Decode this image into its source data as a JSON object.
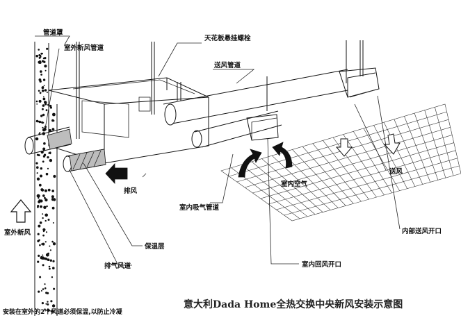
{
  "diagram": {
    "title": "意大利Dada Home全热交换中央新风安装示意图",
    "footer_note": "安装在室外的2个风道必须保温,以防止冷凝",
    "labels": {
      "duct_cover": "管道罩",
      "outdoor_fresh_air_duct": "室外新风管道",
      "ceiling_bolt": "天花板悬挂螺栓",
      "supply_duct": "送风管道",
      "exhaust": "排风",
      "indoor_intake_duct": "室内吸气管道",
      "indoor_air": "室内空气",
      "supply_air": "送风",
      "indoor_supply_opening": "内部送风开口",
      "outdoor_fresh_air": "室外新风",
      "insulation_layer": "保温层",
      "exhaust_duct": "排气风道",
      "indoor_return_opening": "室内回风开口"
    }
  }
}
